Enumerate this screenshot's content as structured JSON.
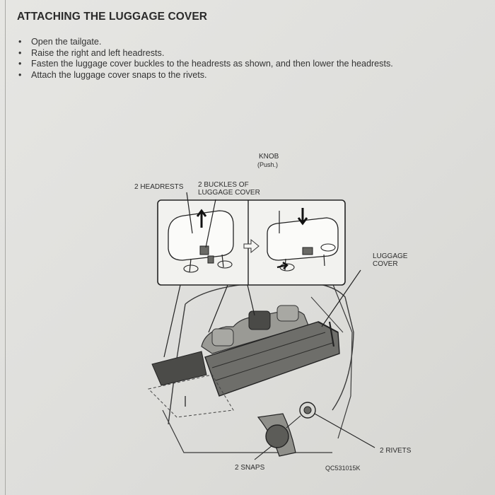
{
  "title": "ATTACHING THE LUGGAGE COVER",
  "steps": [
    "Open the tailgate.",
    "Raise the right and left headrests.",
    "Fasten the luggage cover buckles to the headrests as shown, and then lower the headrests.",
    "Attach the luggage cover snaps to the rivets."
  ],
  "figure": {
    "labels": {
      "knob": "KNOB",
      "knob_note": "(Push.)",
      "headrests": "2 HEADRESTS",
      "buckles_line1": "2 BUCKLES OF",
      "buckles_line2": "LUGGAGE COVER",
      "cover_line1": "LUGGAGE",
      "cover_line2": "COVER",
      "rivets": "2 RIVETS",
      "snaps": "2 SNAPS",
      "code": "QC531015K"
    },
    "icons": [
      "arrow-up-icon",
      "arrow-down-icon",
      "arrow-right-icon",
      "push-arrow-icon"
    ]
  }
}
